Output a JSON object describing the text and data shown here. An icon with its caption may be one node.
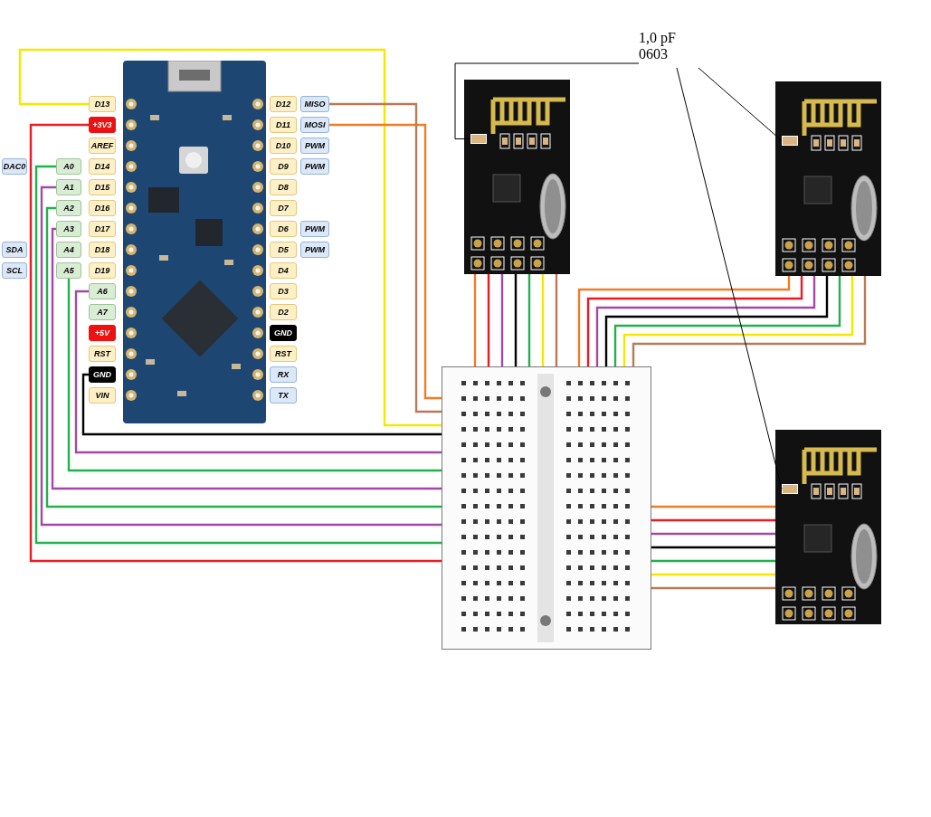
{
  "diagram": {
    "nodes": [
      {
        "text": [],
        "shape": "picture"
      },
      {
        "text": [
          "D13"
        ]
      },
      {
        "text": [
          "+3V3"
        ]
      },
      {
        "text": [
          "AREF"
        ]
      },
      {
        "text": [
          "D14"
        ]
      },
      {
        "text": [
          "D15"
        ]
      },
      {
        "text": [
          "D16"
        ]
      },
      {
        "text": [
          "D17"
        ]
      },
      {
        "text": [
          "D18"
        ]
      },
      {
        "text": [
          "D19"
        ]
      },
      {
        "text": [
          "A6"
        ]
      },
      {
        "text": [
          "A7"
        ]
      },
      {
        "text": [
          "+5V"
        ]
      },
      {
        "text": [
          "RST"
        ]
      },
      {
        "text": [
          "GND"
        ]
      },
      {
        "text": [
          "VIN"
        ]
      },
      {
        "text": [
          "A0"
        ]
      },
      {
        "text": [
          "A1"
        ]
      },
      {
        "text": [
          "A2"
        ]
      },
      {
        "text": [
          "A3"
        ]
      },
      {
        "text": [
          "A4"
        ]
      },
      {
        "text": [
          "A5"
        ]
      },
      {
        "text": [
          "DAC0"
        ]
      },
      {
        "text": [
          "SDA"
        ]
      },
      {
        "text": [
          "SCL"
        ]
      },
      {
        "text": [
          "D12"
        ]
      },
      {
        "text": [
          "D11"
        ]
      },
      {
        "text": [
          "D10"
        ]
      },
      {
        "text": [
          "D9"
        ]
      },
      {
        "text": [
          "D8"
        ]
      },
      {
        "text": [
          "D7"
        ]
      },
      {
        "text": [
          "D6"
        ]
      },
      {
        "text": [
          "D5"
        ]
      },
      {
        "text": [
          "D4"
        ]
      },
      {
        "text": [
          "D3"
        ]
      },
      {
        "text": [
          "D2"
        ]
      },
      {
        "text": [
          "GND"
        ]
      },
      {
        "text": [
          "RST"
        ]
      },
      {
        "text": [
          "RX"
        ]
      },
      {
        "text": [
          "TX"
        ]
      },
      {
        "text": [
          "MISO"
        ]
      },
      {
        "text": [
          "MOSI"
        ]
      },
      {
        "text": [
          "PWM"
        ]
      },
      {
        "text": [
          "PWM"
        ]
      },
      {
        "text": [
          "PWM"
        ]
      },
      {
        "text": [
          "PWM"
        ]
      },
      {
        "text": [],
        "shape": "picture"
      },
      {
        "text": [],
        "shape": "picture"
      },
      {
        "text": [],
        "shape": "picture"
      },
      {
        "text": [],
        "shape": "picture"
      },
      {
        "text": [
          "1,0 pF 0603"
        ]
      },
      {
        "text": [],
        "shape": "box",
        "in": 47
      },
      {
        "text": [],
        "shape": "box",
        "in": 48
      },
      {
        "text": [],
        "shape": "box",
        "in": 49
      }
    ],
    "edges": [
      {
        "from": 1,
        "to": 46,
        "arrow": "none",
        "color": "#f5e800"
      },
      {
        "from": 2,
        "to": 46,
        "arrow": "none",
        "color": "#e81c24"
      },
      {
        "from": 16,
        "to": 46,
        "arrow": "none",
        "color": "#22b14c"
      },
      {
        "from": 17,
        "to": 46,
        "arrow": "none",
        "color": "#a349a4"
      },
      {
        "from": 18,
        "to": 46,
        "arrow": "none",
        "color": "#22b14c"
      },
      {
        "from": 19,
        "to": 46,
        "arrow": "none",
        "color": "#a349a4"
      },
      {
        "from": 21,
        "to": 46,
        "arrow": "none",
        "color": "#22b14c"
      },
      {
        "from": 10,
        "to": 46,
        "arrow": "none",
        "color": "#a349a4"
      },
      {
        "from": 14,
        "to": 46,
        "arrow": "none",
        "color": "#000000"
      },
      {
        "from": 41,
        "to": 46,
        "arrow": "none",
        "color": "#f07c28"
      },
      {
        "from": 40,
        "to": 46,
        "arrow": "none",
        "color": "#b97a57"
      },
      {
        "from": 46,
        "to": 47,
        "arrow": "none",
        "color": "#f07c28"
      },
      {
        "from": 46,
        "to": 47,
        "arrow": "none",
        "color": "#e81c24"
      },
      {
        "from": 46,
        "to": 47,
        "arrow": "none",
        "color": "#a349a4"
      },
      {
        "from": 46,
        "to": 47,
        "arrow": "none",
        "color": "#000000"
      },
      {
        "from": 46,
        "to": 47,
        "arrow": "none",
        "color": "#22b14c"
      },
      {
        "from": 46,
        "to": 47,
        "arrow": "none",
        "color": "#f5e800"
      },
      {
        "from": 46,
        "to": 47,
        "arrow": "none",
        "color": "#b97a57"
      },
      {
        "from": 46,
        "to": 48,
        "arrow": "none",
        "color": "#f07c28"
      },
      {
        "from": 46,
        "to": 48,
        "arrow": "none",
        "color": "#e81c24"
      },
      {
        "from": 46,
        "to": 48,
        "arrow": "none",
        "color": "#a349a4"
      },
      {
        "from": 46,
        "to": 48,
        "arrow": "none",
        "color": "#000000"
      },
      {
        "from": 46,
        "to": 48,
        "arrow": "none",
        "color": "#22b14c"
      },
      {
        "from": 46,
        "to": 48,
        "arrow": "none",
        "color": "#f5e800"
      },
      {
        "from": 46,
        "to": 48,
        "arrow": "none",
        "color": "#b97a57"
      },
      {
        "from": 46,
        "to": 49,
        "arrow": "none",
        "color": "#f07c28"
      },
      {
        "from": 46,
        "to": 49,
        "arrow": "none",
        "color": "#e81c24"
      },
      {
        "from": 46,
        "to": 49,
        "arrow": "none",
        "color": "#a349a4"
      },
      {
        "from": 46,
        "to": 49,
        "arrow": "none",
        "color": "#000000"
      },
      {
        "from": 46,
        "to": 49,
        "arrow": "none",
        "color": "#22b14c"
      },
      {
        "from": 46,
        "to": 49,
        "arrow": "none",
        "color": "#f5e800"
      },
      {
        "from": 46,
        "to": 49,
        "arrow": "none",
        "color": "#b97a57"
      },
      {
        "from": 50,
        "to": 51,
        "arrow": "none"
      },
      {
        "from": 50,
        "to": 52,
        "arrow": "none"
      },
      {
        "from": 50,
        "to": 53,
        "arrow": "none"
      }
    ]
  }
}
